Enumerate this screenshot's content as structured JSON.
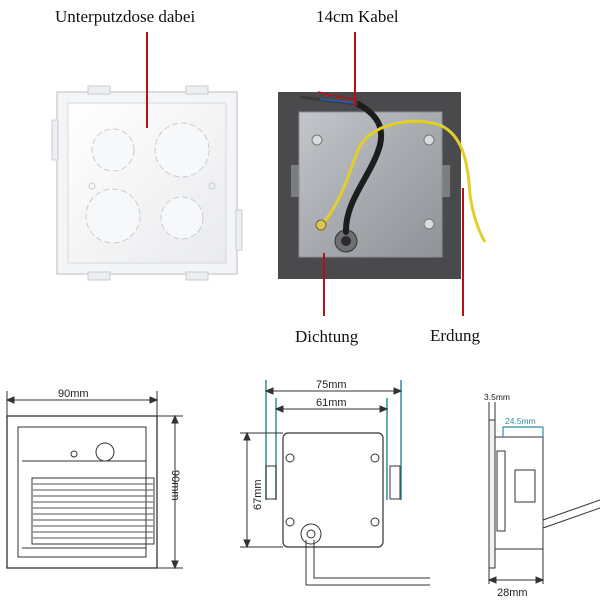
{
  "labels": {
    "box_included": "Unterputzdose dabei",
    "cable": "14cm Kabel",
    "seal": "Dichtung",
    "ground": "Erdung"
  },
  "dimensions": {
    "front_width": "90mm",
    "front_height": "90mm",
    "back_outer": "75mm",
    "back_inner": "61mm",
    "back_height": "67mm",
    "side_plate": "3.5mm",
    "side_inner": "24.5mm",
    "side_depth": "28mm"
  },
  "colors": {
    "leader_red": "#b3121a",
    "accent_teal": "#2a8f9c",
    "panel_dark": "#4a4a4c",
    "plate_steel": "#a9adb2",
    "wire_yellow": "#e2cf2a"
  }
}
